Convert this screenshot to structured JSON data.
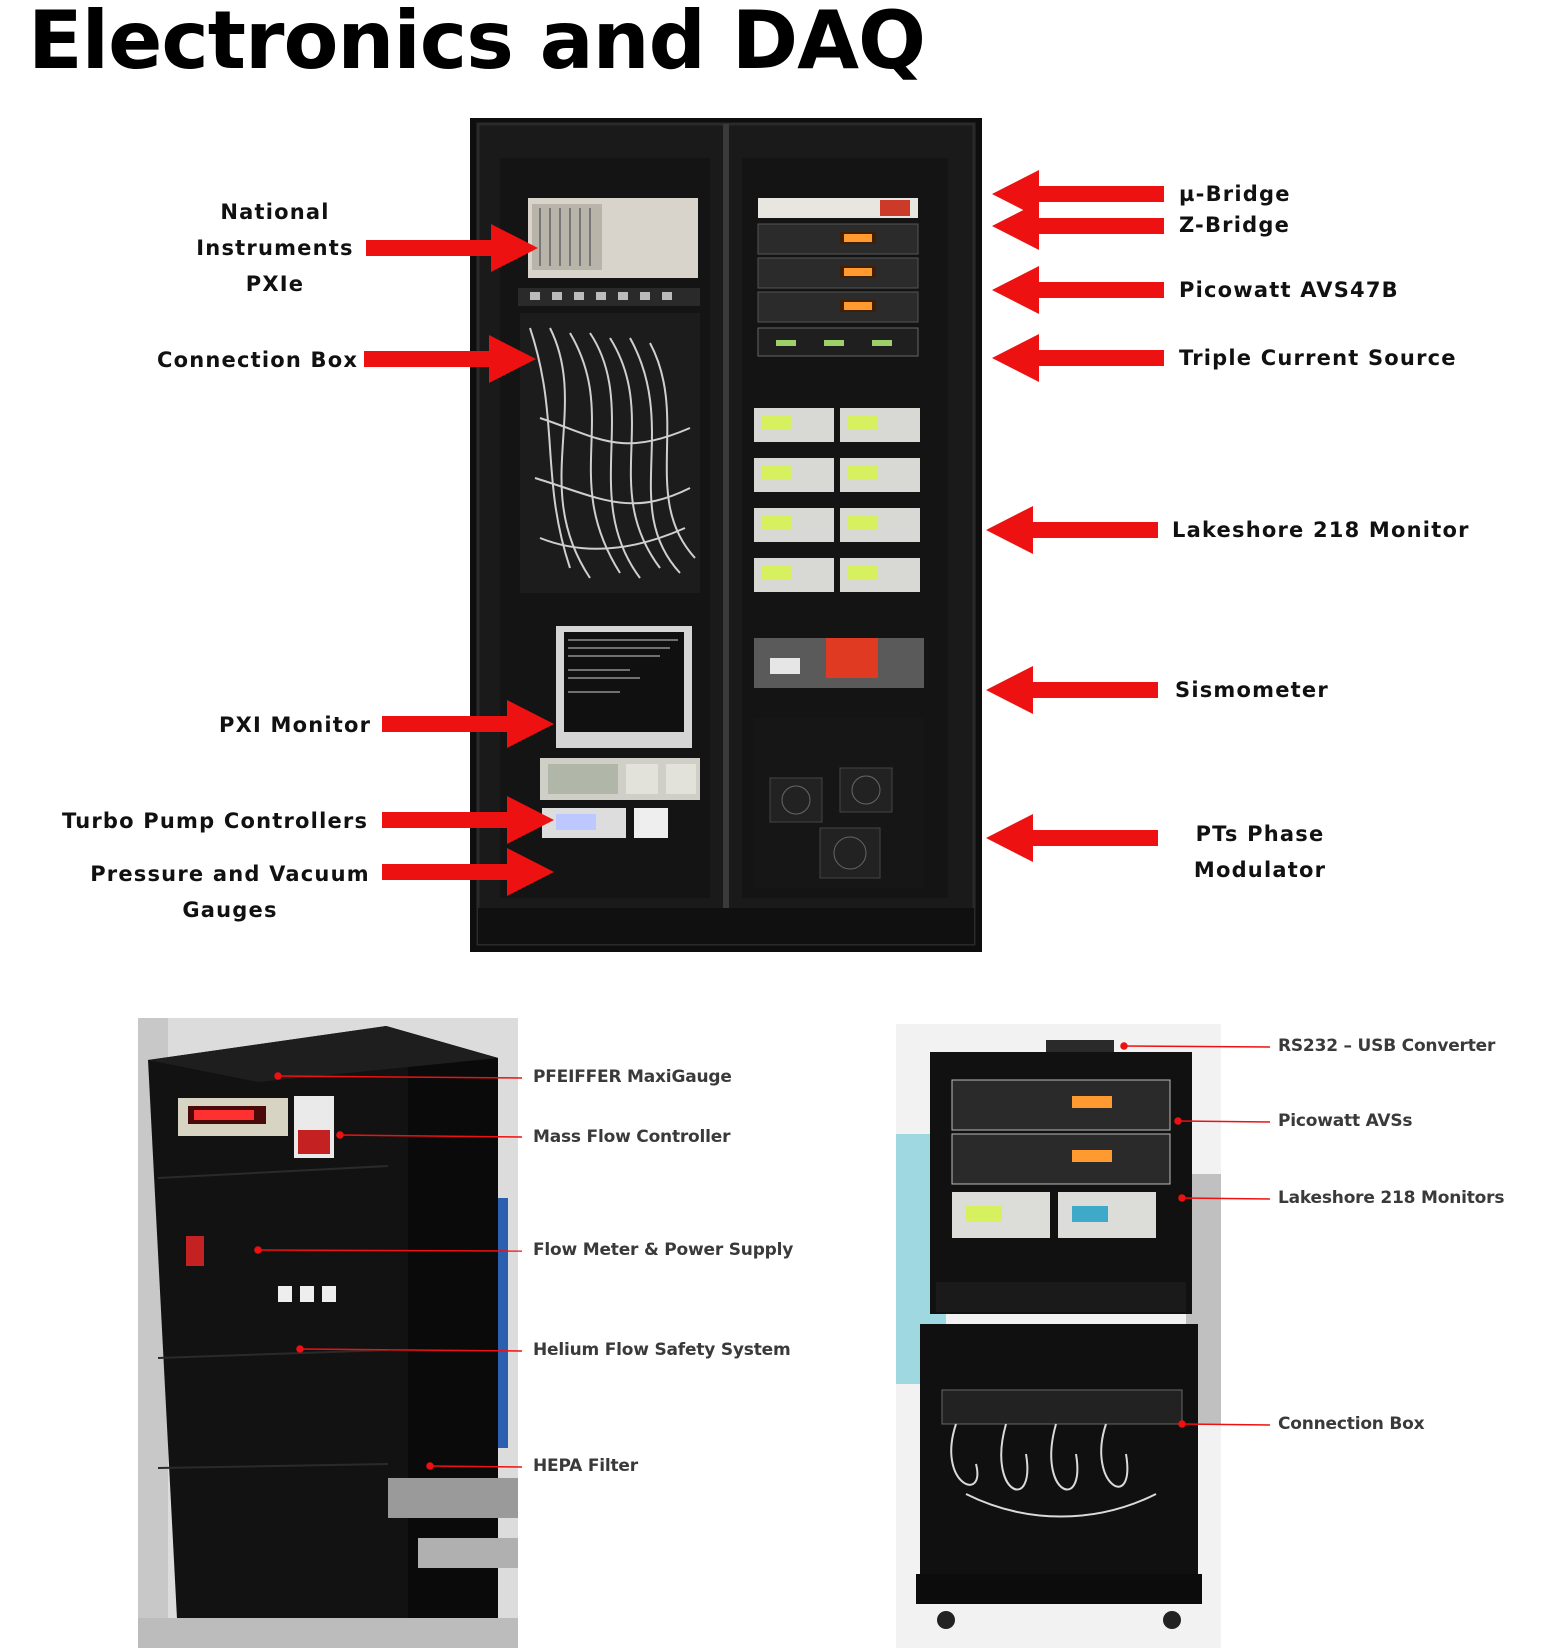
{
  "title": "Electronics and DAQ",
  "colors": {
    "arrow": "#ee1111",
    "rack_body": "#151515",
    "label_text": "#111111"
  },
  "main_rack": {
    "left_labels": {
      "national_instruments": [
        "National",
        "Instruments",
        "PXIe"
      ],
      "connection_box": "Connection Box",
      "pxi_monitor": "PXI Monitor",
      "turbo_pump": "Turbo Pump Controllers",
      "pressure_vacuum": [
        "Pressure and Vacuum",
        "Gauges"
      ]
    },
    "right_labels": {
      "mu_bridge": "µ-Bridge",
      "z_bridge": "Z-Bridge",
      "picowatt": "Picowatt AVS47B",
      "triple_current": "Triple Current Source",
      "lakeshore": "Lakeshore 218 Monitor",
      "sismometer": "Sismometer",
      "pts_phase": [
        "PTs Phase",
        "Modulator"
      ]
    }
  },
  "gas_cabinet": {
    "labels": {
      "pfeiffer": "PFEIFFER MaxiGauge",
      "mass_flow": "Mass Flow Controller",
      "flow_meter": "Flow Meter & Power Supply",
      "helium_safety": "Helium Flow Safety System",
      "hepa": "HEPA Filter"
    }
  },
  "small_rack": {
    "labels": {
      "rs232": "RS232 – USB Converter",
      "picowatt_avss": "Picowatt AVSs",
      "lakeshore_monitors": "Lakeshore 218 Monitors",
      "connection_box": "Connection Box"
    }
  }
}
